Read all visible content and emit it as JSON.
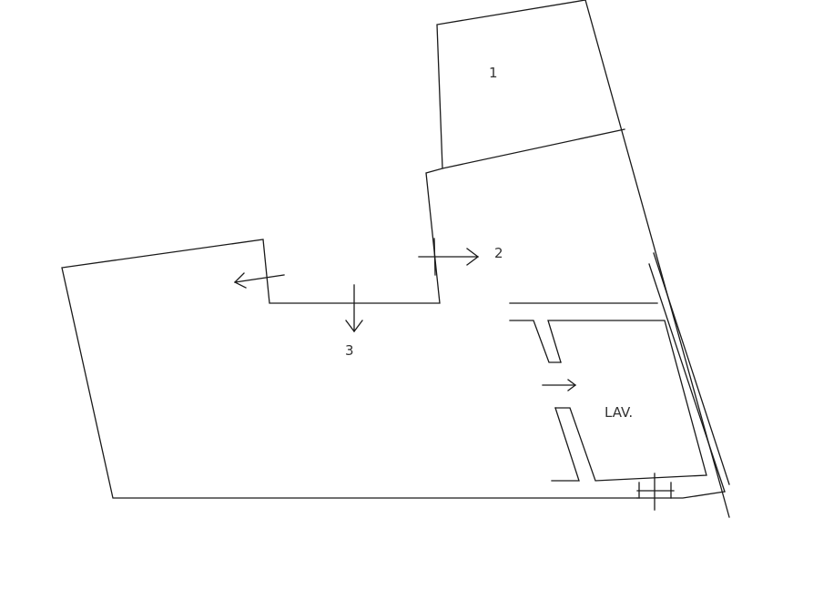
{
  "labels": {
    "room_1": "1",
    "room_2": "2",
    "room_3": "3",
    "lavatory": "LAV."
  },
  "colors": {
    "background": "#ffffff",
    "line": "#1a1a1a",
    "text": "#333333"
  }
}
